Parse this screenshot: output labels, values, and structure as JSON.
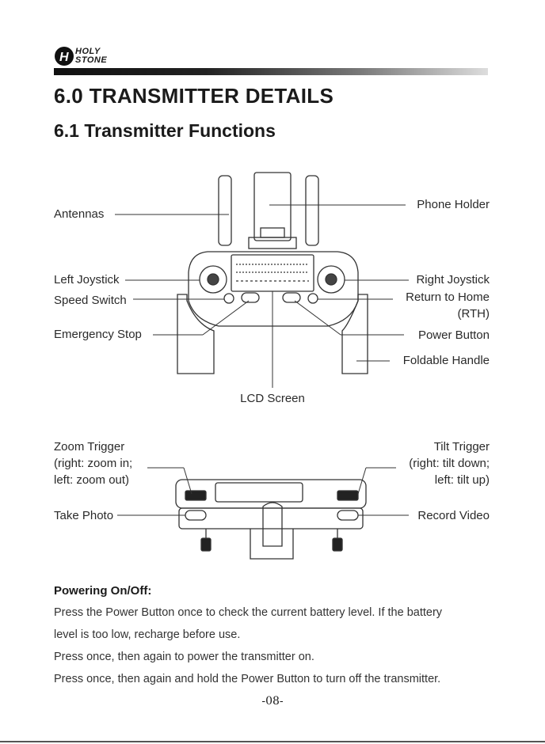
{
  "header": {
    "brand_line1": "HOLY",
    "brand_line2": "STONE"
  },
  "title": "6.0 TRANSMITTER DETAILS",
  "subtitle": "6.1 Transmitter Functions",
  "front_view": {
    "left_labels": {
      "antennas": "Antennas",
      "left_joystick": "Left Joystick",
      "speed_switch": "Speed Switch",
      "emergency_stop": "Emergency Stop"
    },
    "right_labels": {
      "phone_holder": "Phone Holder",
      "right_joystick": "Right Joystick",
      "return_home_1": "Return to Home",
      "return_home_2": "(RTH)",
      "power_button": "Power Button",
      "foldable_handle": "Foldable Handle"
    },
    "bottom_label": "LCD Screen"
  },
  "top_view": {
    "zoom_1": "Zoom Trigger",
    "zoom_2": "(right: zoom in;",
    "zoom_3": "left: zoom out)",
    "tilt_1": "Tilt Trigger",
    "tilt_2": "(right: tilt down;",
    "tilt_3": "left: tilt up)",
    "take_photo": "Take Photo",
    "record_video": "Record Video"
  },
  "powering": {
    "heading": "Powering On/Off:",
    "line1": "Press the Power Button once to check the current battery level. If the battery",
    "line2": "level is too low, recharge before use.",
    "line3": "Press once, then again to power the transmitter on.",
    "line4": "Press once, then again and hold the Power Button to turn off the transmitter."
  },
  "page_number": "-08-"
}
